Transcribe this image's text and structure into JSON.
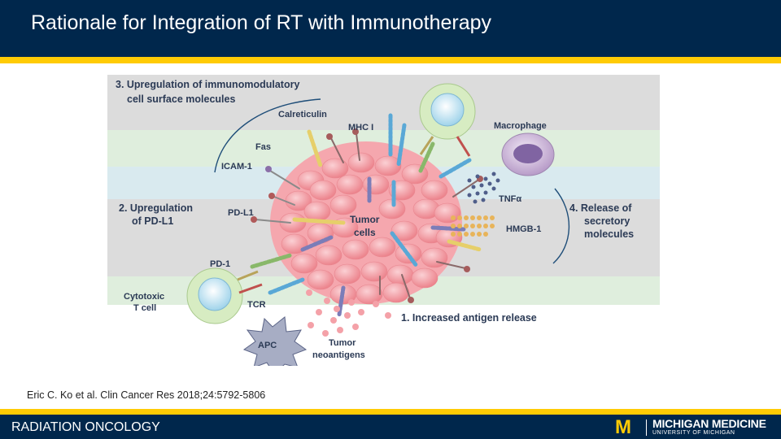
{
  "header": {
    "title": "Rationale for Integration of RT with Immunotherapy"
  },
  "figure": {
    "label_step3_line1": "3. Upregulation of immunomodulatory",
    "label_step3_line2": "cell surface molecules",
    "label_calreticulin": "Calreticulin",
    "label_mhc1": "MHC I",
    "label_macrophage": "Macrophage",
    "label_fas": "Fas",
    "label_icam1": "ICAM-1",
    "label_tnfa": "TNFα",
    "label_step2_line1": "2. Upregulation",
    "label_step2_line2": "of PD-L1",
    "label_pdl1": "PD-L1",
    "label_tumor_line1": "Tumor",
    "label_tumor_line2": "cells",
    "label_step4_line1": "4. Release of",
    "label_step4_line2": "secretory",
    "label_step4_line3": "molecules",
    "label_hmgb1": "HMGB-1",
    "label_pd1": "PD-1",
    "label_cytotoxic_line1": "Cytotoxic",
    "label_cytotoxic_line2": "T cell",
    "label_tcr": "TCR",
    "label_step1": "1. Increased antigen release",
    "label_apc": "APC",
    "label_neo_line1": "Tumor",
    "label_neo_line2": "neoantigens"
  },
  "citation": "Eric C. Ko et al. Clin Cancer Res 2018;24:5792-5806",
  "footer": {
    "department": "RADIATION ONCOLOGY",
    "logo_mark": "M",
    "logo_main": "MICHIGAN MEDICINE",
    "logo_sub": "UNIVERSITY OF MICHIGAN"
  },
  "colors": {
    "navy": "#00274c",
    "maize": "#ffcb05",
    "tumor_pink": "#f2939b",
    "band_grey": "#dcdcdc",
    "band_green": "#dfeedd",
    "band_blue": "#d9eaef"
  }
}
